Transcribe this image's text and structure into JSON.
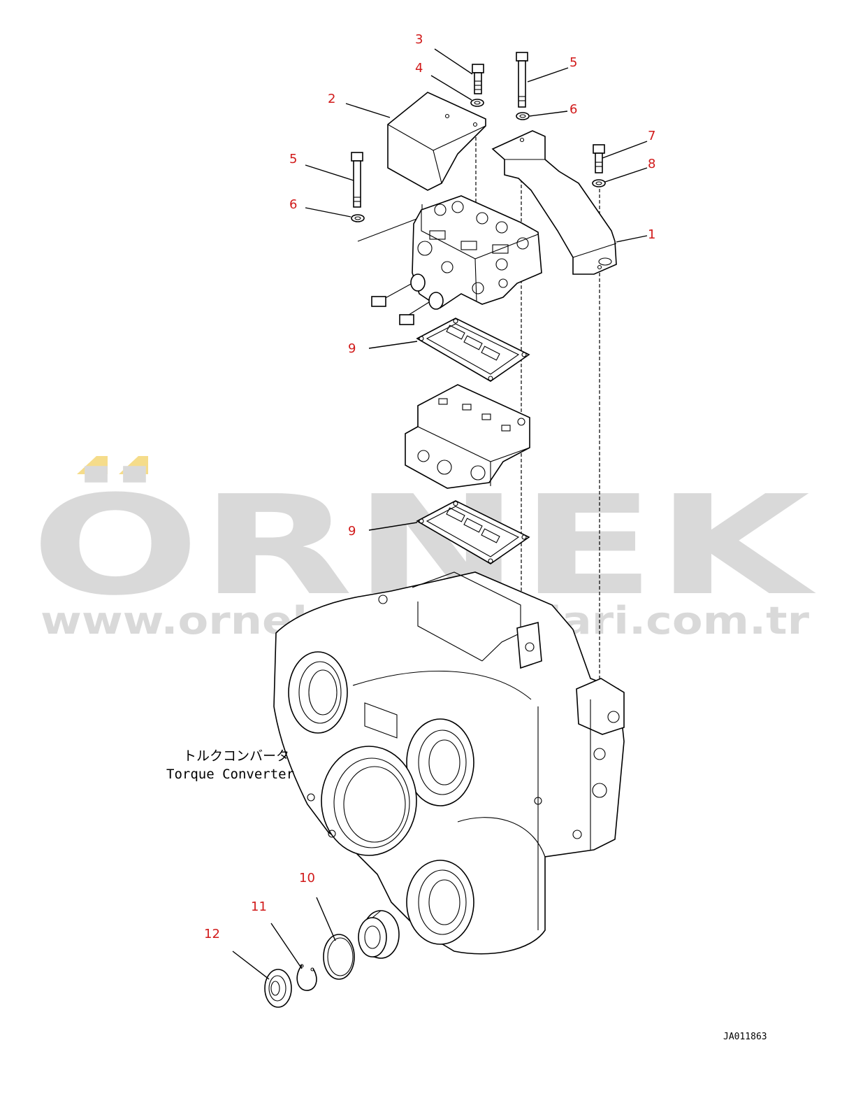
{
  "diagram": {
    "drawing_number": "JA011863",
    "assembly_label_jp": "トルクコンバータ",
    "assembly_label_en": "Torque Converter",
    "callouts": {
      "c1": "1",
      "c2": "2",
      "c3": "3",
      "c4": "4",
      "c5a": "5",
      "c5b": "5",
      "c6a": "6",
      "c6b": "6",
      "c7": "7",
      "c8": "8",
      "c9a": "9",
      "c9b": "9",
      "c10": "10",
      "c11": "11",
      "c12": "12"
    }
  },
  "watermark": {
    "brand": "ÖRNEK",
    "url": "www.ornekismakinalari.com.tr",
    "brand_color": "#d9d9d9",
    "accent_color": "#f5dc8a"
  },
  "colors": {
    "callout": "#d11a1a",
    "line": "#000000"
  }
}
